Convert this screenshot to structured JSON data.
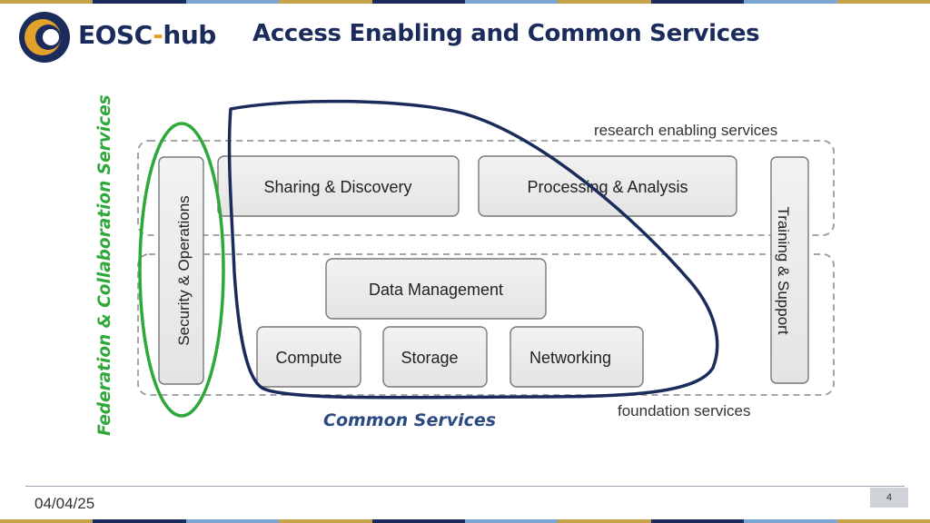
{
  "header": {
    "brand_main": "EOSC",
    "brand_dash": "-",
    "brand_sub": "hub",
    "title": "Access Enabling and Common Services"
  },
  "diagram": {
    "research_label": "research enabling services",
    "foundation_label": "foundation services",
    "boxes": {
      "security": "Security & Operations",
      "sharing": "Sharing & Discovery",
      "processing": "Processing & Analysis",
      "training": "Training & Support",
      "data": "Data Management",
      "compute": "Compute",
      "storage": "Storage",
      "networking": "Networking"
    },
    "federation_label": "Federation & Collaboration Services",
    "common_label": "Common Services"
  },
  "colors": {
    "navy": "#1b2c5c",
    "gold": "#e2a12a",
    "green": "#2fa83a",
    "blue_text": "#2c4a82"
  },
  "footer": {
    "date": "04/04/25",
    "page": "4"
  }
}
